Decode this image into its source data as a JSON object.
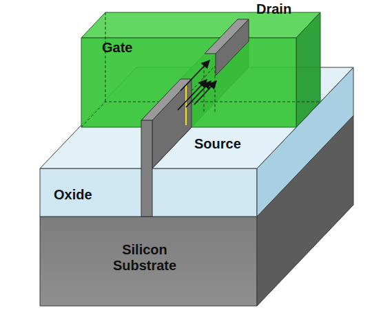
{
  "diagram": {
    "labels": [
      "Gate",
      "Drain",
      "Source",
      "Oxide",
      "Silicon Substrate"
    ]
  }
}
